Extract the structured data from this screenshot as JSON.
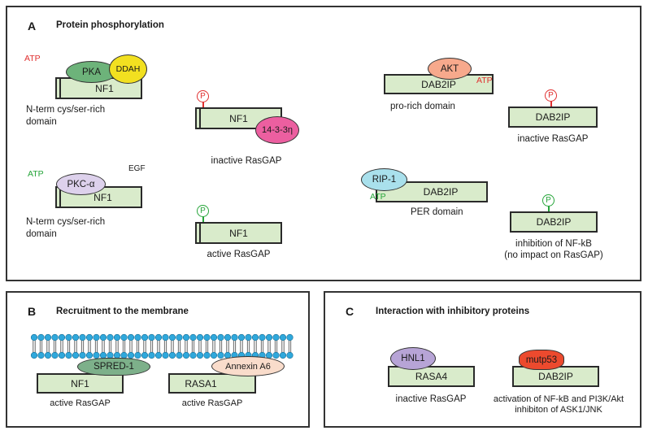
{
  "panel_a": {
    "letter": "A",
    "title": "Protein phosphorylation",
    "nf1_pka": {
      "atp": "ATP",
      "pka": "PKA",
      "ddah": "DDAH",
      "nf1": "NF1",
      "domain_label_1": "N-term cys/ser-rich",
      "domain_label_2": "domain"
    },
    "nf1_inactive": {
      "p": "P",
      "nf1": "NF1",
      "partner": "14-3-3η",
      "caption": "inactive RasGAP"
    },
    "nf1_pkc": {
      "atp": "ATP",
      "pkc": "PKC-α",
      "egf": "EGF",
      "nf1": "NF1",
      "domain_label_1": "N-term cys/ser-rich",
      "domain_label_2": "domain"
    },
    "nf1_active": {
      "p": "P",
      "nf1": "NF1",
      "caption": "active RasGAP"
    },
    "dab2ip_akt": {
      "akt": "AKT",
      "dab2ip": "DAB2IP",
      "atp": "ATP",
      "domain_label": "pro-rich domain"
    },
    "dab2ip_inactive": {
      "p": "P",
      "dab2ip": "DAB2IP",
      "caption": "inactive RasGAP"
    },
    "dab2ip_rip": {
      "rip": "RIP-1",
      "dab2ip": "DAB2IP",
      "atp": "ATP",
      "domain_label": "PER domain"
    },
    "dab2ip_nfkb": {
      "p": "P",
      "dab2ip": "DAB2IP",
      "caption_1": "inhibition of NF-kB",
      "caption_2": "(no impact on RasGAP)"
    }
  },
  "panel_b": {
    "letter": "B",
    "title": "Recruitment to the membrane",
    "nf1": "NF1",
    "spred": "SPRED-1",
    "nf1_caption": "active RasGAP",
    "rasa1": "RASA1",
    "annexin": "Annexin A6",
    "rasa1_caption": "active RasGAP"
  },
  "panel_c": {
    "letter": "C",
    "title": "Interaction with inhibitory proteins",
    "hnl1": "HNL1",
    "rasa4": "RASA4",
    "rasa4_caption": "inactive RasGAP",
    "mutp53": "mutp53",
    "dab2ip": "DAB2IP",
    "dab2ip_caption_1": "activation of NF-kB and PI3K/Akt",
    "dab2ip_caption_2": "inhibiton of ASK1/JNK"
  },
  "colors": {
    "box_fill": "#d9ebcb",
    "pka": "#6db37a",
    "ddah": "#f2e020",
    "partner_14_3_3": "#ec5fa0",
    "pkc": "#ddd1ec",
    "akt": "#f7a98c",
    "rip": "#a9e0ec",
    "spred": "#7db08a",
    "annexin": "#f9dccb",
    "hnl1": "#b7a4d6",
    "mutp53": "#ec4a2e",
    "membrane_head": "#2fa8dc",
    "inhibit_red": "#e03030",
    "activate_green": "#26a53a"
  }
}
